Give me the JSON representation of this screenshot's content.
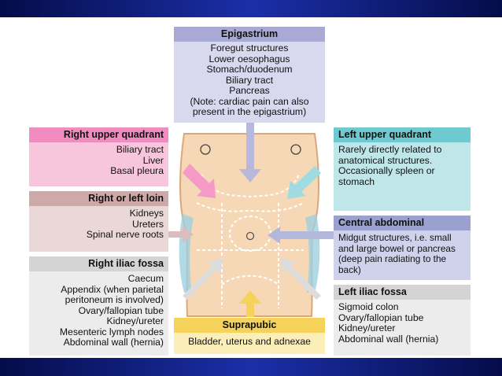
{
  "colors": {
    "epigastrium_hdr": "#a9a9d6",
    "epigastrium_body": "#d8d8ee",
    "ruq_hdr": "#f08cbf",
    "ruq_body": "#f7c6dc",
    "loin_hdr": "#cfa8a8",
    "loin_body": "#ead8d8",
    "iliac_hdr": "#d4d4d4",
    "iliac_body": "#ececec",
    "luq_hdr": "#6fcad0",
    "luq_body": "#bfe6e8",
    "central_hdr": "#9aa0cf",
    "central_body": "#cfd2ea",
    "liliac_hdr": "#d4d4d4",
    "liliac_body": "#ececec",
    "supra_hdr": "#f5d25a",
    "supra_body": "#fbeeb8",
    "skin": "#f6d8b6",
    "frame": "#0b1c78"
  },
  "epigastrium": {
    "title": "Epigastrium",
    "lines": [
      "Foregut structures",
      "Lower oesophagus",
      "Stomach/duodenum",
      "Biliary tract",
      "Pancreas",
      "(Note: cardiac pain can also",
      "present in the epigastrium)"
    ]
  },
  "right_upper_quadrant": {
    "title": "Right upper quadrant",
    "lines": [
      "Biliary tract",
      "Liver",
      "Basal pleura"
    ]
  },
  "loin": {
    "title": "Right or left loin",
    "lines": [
      "Kidneys",
      "Ureters",
      "Spinal nerve roots"
    ]
  },
  "right_iliac_fossa": {
    "title": "Right iliac fossa",
    "lines": [
      "Caecum",
      "Appendix (when parietal",
      "peritoneum is involved)",
      "Ovary/fallopian tube",
      "Kidney/ureter",
      "Mesenteric lymph nodes",
      "Abdominal wall (hernia)"
    ]
  },
  "left_upper_quadrant": {
    "title": "Left upper quadrant",
    "lines": [
      "Rarely directly related to",
      "anatomical structures.",
      "Occasionally spleen or",
      "stomach"
    ]
  },
  "central_abdominal": {
    "title": "Central abdominal",
    "lines": [
      "Midgut structures, i.e. small",
      "and large bowel or pancreas",
      "(deep pain radiating to the",
      "back)"
    ]
  },
  "left_iliac_fossa": {
    "title": "Left iliac fossa",
    "lines": [
      "Sigmoid colon",
      "Ovary/fallopian tube",
      "Kidney/ureter",
      "Abdominal wall (hernia)"
    ]
  },
  "suprapubic": {
    "title": "Suprapubic",
    "lines": [
      "Bladder, uterus and adnexae"
    ]
  }
}
